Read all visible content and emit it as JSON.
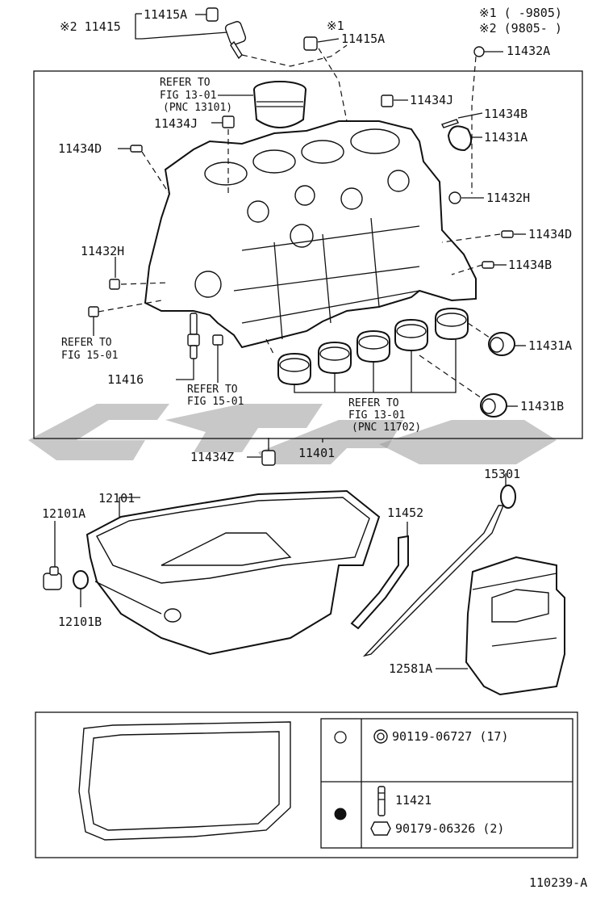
{
  "labels": {
    "note2_11415": "※2 11415",
    "p11415A_top": "11415A",
    "note1": "※1",
    "p11415A_mid": "11415A",
    "note1_range": "※1 (     -9805)",
    "note2_range": "※2 (9805-     )",
    "p11432A": "11432A",
    "refer_piston_1": "REFER TO",
    "refer_piston_2": "FIG 13-01",
    "refer_piston_3": "(PNC 13101)",
    "p11434J_right": "11434J",
    "p11434J_left": "11434J",
    "p11434B_top": "11434B",
    "p11431A_top": "11431A",
    "p11434D_left": "11434D",
    "p11432H_right": "11432H",
    "p11434D_right": "11434D",
    "p11432H_left": "11432H",
    "p11434B_mid": "11434B",
    "refer_15_left_1": "REFER TO",
    "refer_15_left_2": "FIG 15-01",
    "p11431A_bottom": "11431A",
    "p11416": "11416",
    "refer_15_mid_1": "REFER TO",
    "refer_15_mid_2": "FIG 15-01",
    "refer_bearing_1": "REFER TO",
    "refer_bearing_2": "FIG 13-01",
    "refer_bearing_3": "(PNC 11702)",
    "p11431B": "11431B",
    "p11434Z": "11434Z",
    "p11401": "11401",
    "p15301": "15301",
    "p12101": "12101",
    "p12101A": "12101A",
    "p11452": "11452",
    "p12101B": "12101B",
    "p12581A": "12581A",
    "table_row1_part": "90119-06727 (17)",
    "table_row2_part_a": "11421",
    "table_row2_part_b": "90179-06326 (2)",
    "figure_code": "110239-A"
  },
  "icons": [
    "open-circle-icon",
    "filled-circle-icon",
    "bolt-icon",
    "stud-icon",
    "nut-icon"
  ]
}
